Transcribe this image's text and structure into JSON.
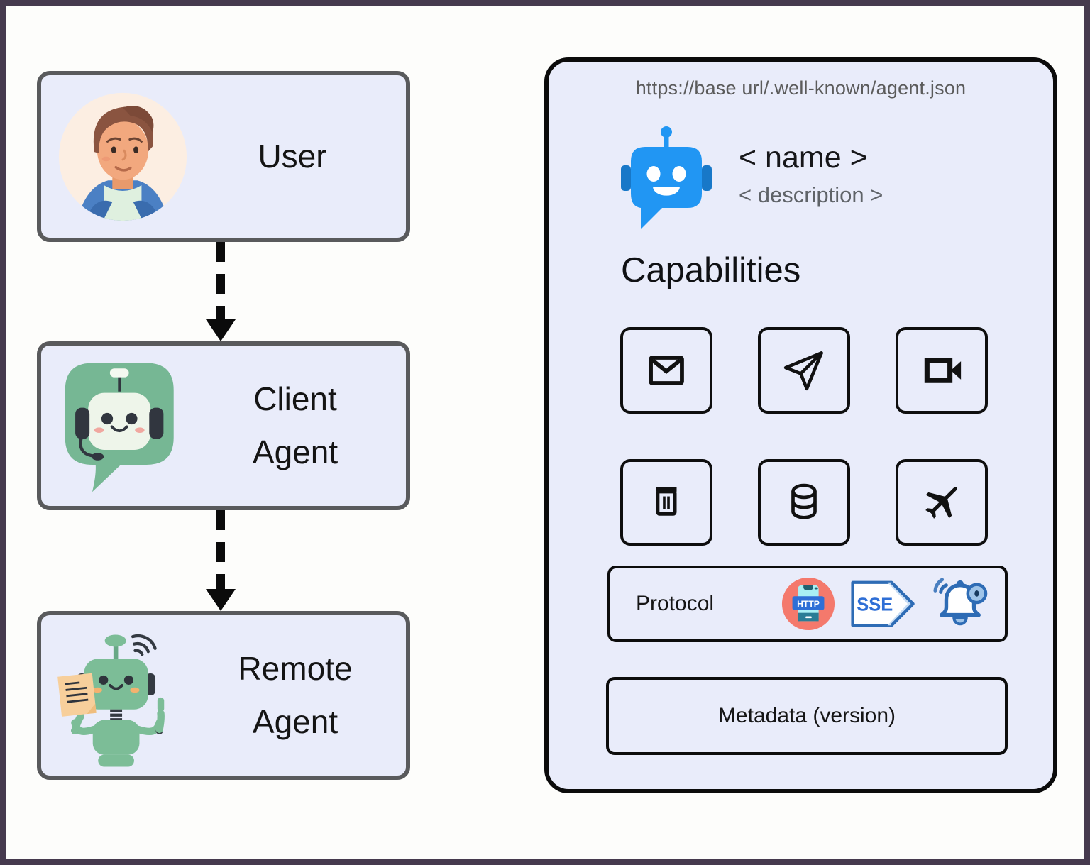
{
  "flow": {
    "nodes": [
      {
        "label": "User",
        "icon": "user-avatar"
      },
      {
        "label": "Client Agent",
        "icon": "client-agent-bot"
      },
      {
        "label": "Remote Agent",
        "icon": "remote-agent-robot"
      }
    ]
  },
  "agent_card": {
    "url": "https://base url/.well-known/agent.json",
    "bot_icon": "chat-bot-icon",
    "name": "< name >",
    "description": "< description >",
    "capabilities_title": "Capabilities",
    "capability_icons": [
      "email",
      "send",
      "video-call",
      "delete",
      "database",
      "flight"
    ],
    "protocol": {
      "label": "Protocol",
      "icons": [
        {
          "name": "http-phone-icon",
          "label": "HTTP"
        },
        {
          "name": "sse-arrow-icon",
          "label": "SSE"
        },
        {
          "name": "push-notification-bell-icon",
          "label": ""
        }
      ]
    },
    "metadata_label": "Metadata (version)"
  },
  "colors": {
    "frame_border": "#463a4e",
    "card_fill": "#e9ecfa",
    "node_border": "#595a5c",
    "panel_border": "#0b0b0b",
    "accent_blue": "#2196f3",
    "accent_green": "#76b794",
    "http_red": "#f4796c",
    "icon_blue": "#2e6cb5"
  }
}
